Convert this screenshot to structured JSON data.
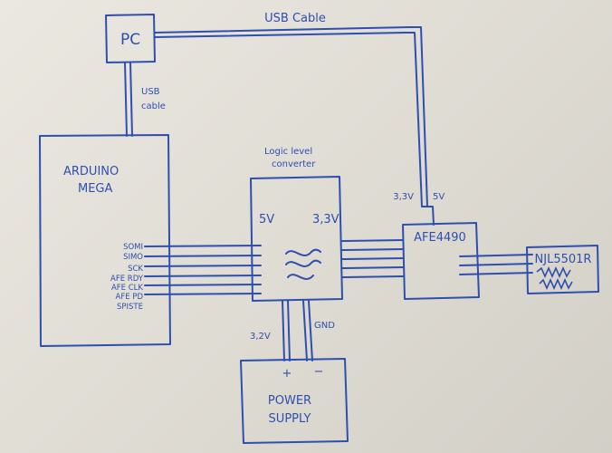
{
  "blocks": {
    "pc": "PC",
    "arduino_line1": "ARDUINO",
    "arduino_line2": "MEGA",
    "logic_title_line1": "Logic level",
    "logic_title_line2": "converter",
    "logic_left_voltage": "5V",
    "logic_right_voltage": "3,3V",
    "afe": "AFE4490",
    "afe_left_voltage": "3,3V",
    "afe_right_voltage": "5V",
    "sensor": "NJL5501R",
    "power_line1": "POWER",
    "power_line2": "SUPPLY",
    "power_plus": "+",
    "power_minus": "−"
  },
  "wires": {
    "usb_top": "USB Cable",
    "usb_left_line1": "USB",
    "usb_left_line2": "cable",
    "voltage_supply": "3,2V",
    "ground": "GND"
  },
  "pins": [
    "SOMI",
    "SIMO",
    "SCK",
    "AFE RDY",
    "AFE CLK",
    "AFE PD",
    "SPISTE"
  ],
  "colors": {
    "ink": "#2f4fae",
    "paper": "#e6e3dc"
  }
}
